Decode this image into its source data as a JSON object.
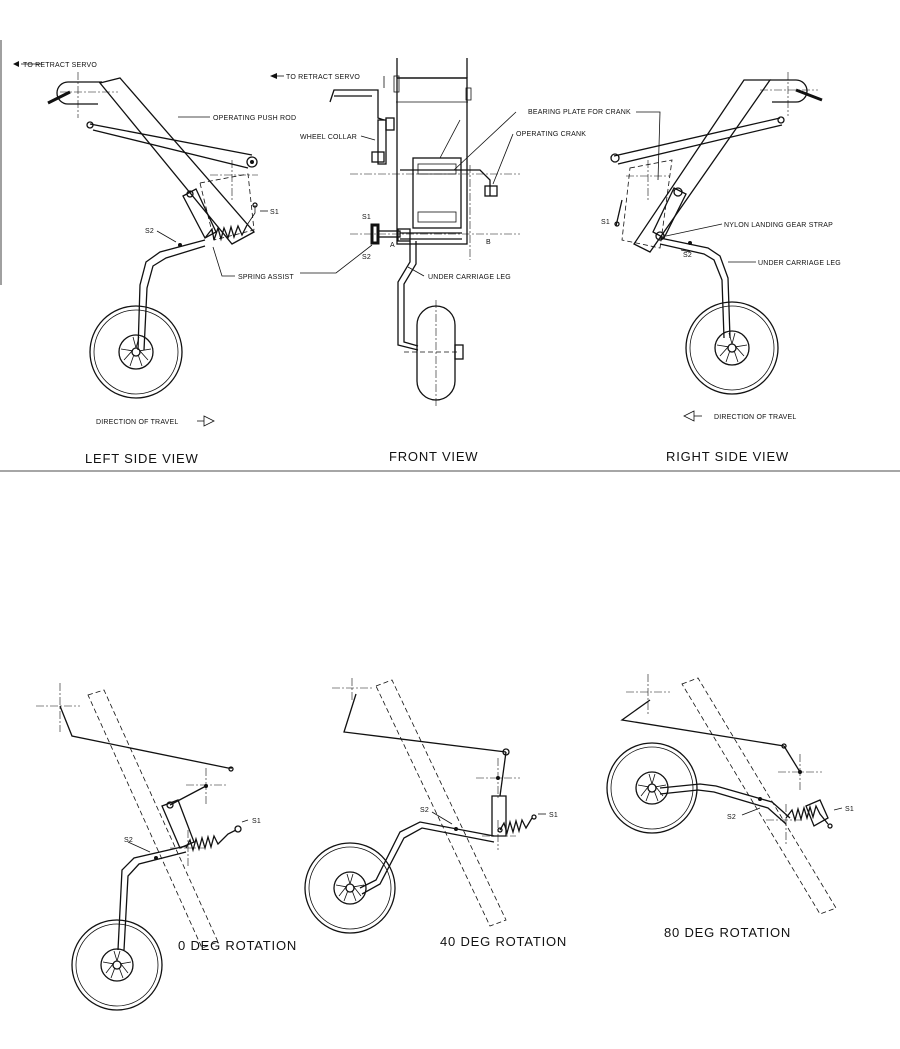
{
  "top_panel": {
    "left_view": {
      "title": "LEFT SIDE VIEW",
      "labels": {
        "to_retract_servo": "TO RETRACT SERVO",
        "operating_push_rod": "OPERATING PUSH ROD",
        "s1": "S1",
        "s2": "S2",
        "spring_assist": "SPRING ASSIST",
        "direction": "DIRECTION OF TRAVEL"
      }
    },
    "front_view": {
      "title": "FRONT VIEW",
      "labels": {
        "to_retract_servo": "TO RETRACT SERVO",
        "wheel_collar": "WHEEL COLLAR",
        "bearing_plate": "BEARING PLATE FOR CRANK",
        "operating_crank": "OPERATING CRANK",
        "s1": "S1",
        "s2": "S2",
        "a": "A",
        "b": "B",
        "under_carriage_leg": "UNDER CARRIAGE LEG"
      }
    },
    "right_view": {
      "title": "RIGHT SIDE VIEW",
      "labels": {
        "nylon_strap": "NYLON LANDING GEAR STRAP",
        "s1": "S1",
        "s2": "S2",
        "under_carriage_leg": "UNDER CARRIAGE LEG",
        "direction": "DIRECTION OF TRAVEL"
      }
    }
  },
  "bottom_panel": {
    "rot0": {
      "title": "0 DEG ROTATION",
      "s1": "S1",
      "s2": "S2"
    },
    "rot40": {
      "title": "40 DEG ROTATION",
      "s1": "S1",
      "s2": "S2"
    },
    "rot80": {
      "title": "80 DEG ROTATION",
      "s1": "S1",
      "s2": "S2"
    }
  },
  "colors": {
    "ink": "#111111",
    "paper": "#ffffff"
  }
}
